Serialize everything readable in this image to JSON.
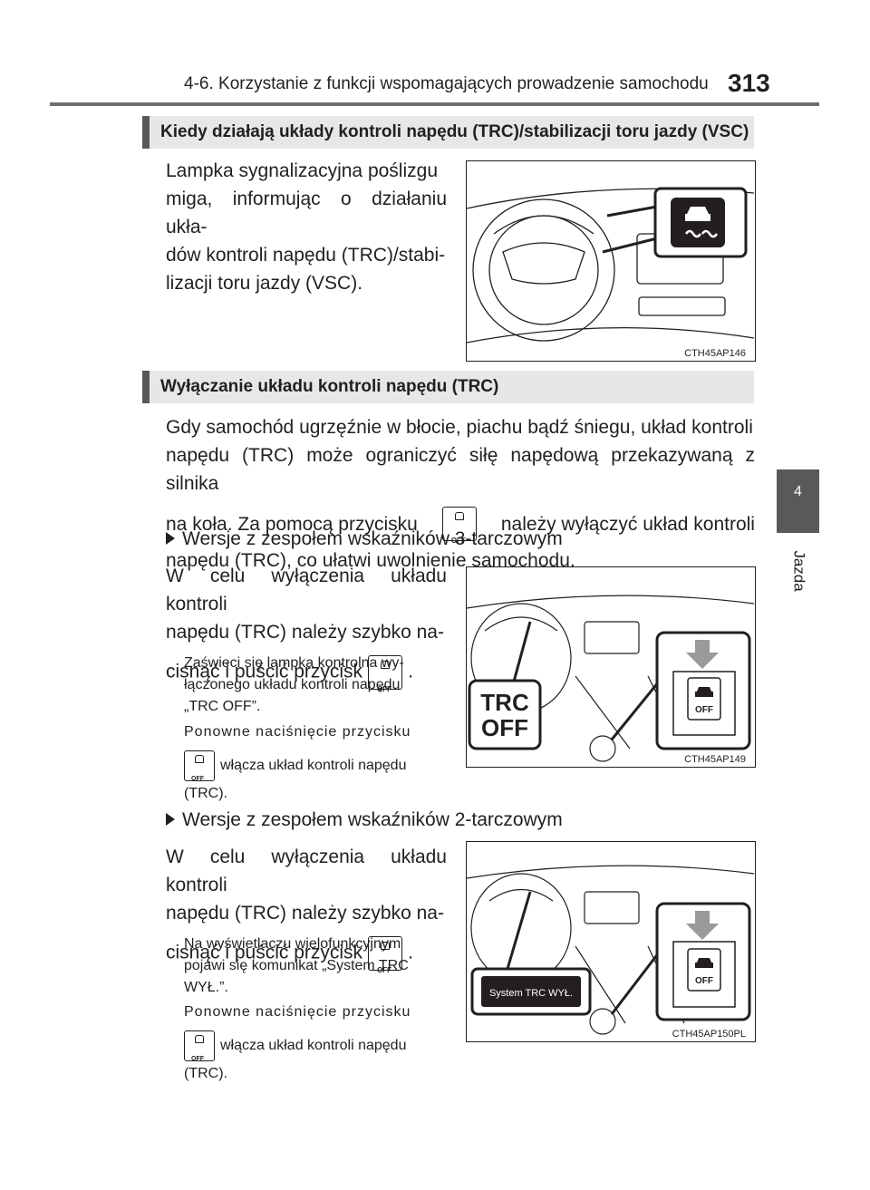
{
  "header": {
    "title": "4-6. Korzystanie z funkcji wspomagających prowadzenie samochodu",
    "page_number": "313"
  },
  "chapter_tab": {
    "number": "4",
    "label": "Jazda"
  },
  "section1": {
    "heading": "Kiedy działają układy kontroli napędu (TRC)/stabilizacji toru jazdy (VSC)",
    "paragraph_lines": [
      "Lampka sygnalizacyjna poślizgu",
      "miga, informując o działaniu ukła-",
      "dów kontroli napędu (TRC)/stabi-",
      "lizacji toru jazdy (VSC)."
    ],
    "figure_code": "CTH45AP146"
  },
  "section2": {
    "heading": "Wyłączanie układu kontroli napędu (TRC)",
    "intro_line1": "Gdy samochód ugrzęźnie w błocie, piachu bądź śniegu, układ kontroli",
    "intro_line2": "napędu (TRC) może ograniczyć siłę napędową przekazywaną z silnika",
    "intro_line3_before": "na koła. Za pomocą przycisku",
    "intro_line3_after": "należy wyłączyć układ kontroli",
    "intro_line4": "napędu (TRC), co ułatwi uwolnienie samochodu.",
    "button_label": "OFF",
    "version1": {
      "title": "Wersje z zespołem wskaźników 3-tarczowym",
      "line1": "W celu wyłączenia układu kontroli",
      "line2": "napędu (TRC) należy szybko na-",
      "line3": "cisnąć i puścić przycisk",
      "line3_end": ".",
      "note1_lines": [
        "Zaświeci się lampka kontrolna wy-",
        "łączonego układu kontroli napędu",
        "„TRC OFF”."
      ],
      "note2_line1": "Ponowne naciśnięcie przycisku",
      "note2_line2": "włącza układ kontroli napędu",
      "note2_line3": "(TRC).",
      "figure_callout_line1": "TRC",
      "figure_callout_line2": "OFF",
      "figure_code": "CTH45AP149"
    },
    "version2": {
      "title": "Wersje z zespołem wskaźników 2-tarczowym",
      "line1": "W celu wyłączenia układu kontroli",
      "line2": "napędu (TRC) należy szybko na-",
      "line3": "cisnąć i puścić przycisk",
      "line3_end": ".",
      "note1_lines": [
        "Na wyświetlaczu wielofunkcyjnym",
        "pojawi się komunikat „System TRC",
        "WYŁ.”."
      ],
      "note2_line1": "Ponowne naciśnięcie przycisku",
      "note2_line2": "włącza układ kontroli napędu",
      "note2_line3": "(TRC).",
      "figure_message": "System TRC WYŁ.",
      "figure_code": "CTH45AP150PL"
    }
  },
  "colors": {
    "section_bar": "#e6e7e8",
    "section_accent": "#58595b",
    "rule": "#6d6e71",
    "text": "#231f20"
  }
}
